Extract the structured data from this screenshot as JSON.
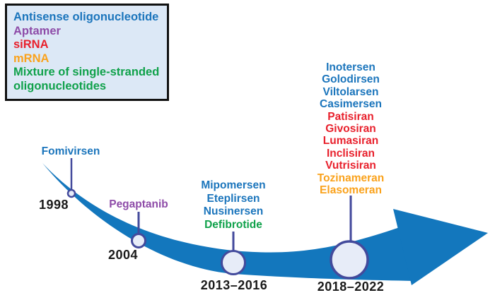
{
  "colors": {
    "arrow": "#1377bd",
    "node_fill": "#e7ecf8",
    "node_border": "#434a9c",
    "connector": "#434a9c",
    "year_text": "#1a1a1a",
    "legend_background": "#dce8f6",
    "legend_border": "#111111",
    "antisense_blue": "#1b75bc",
    "aptamer_purple": "#8e4ca8",
    "sirna_red": "#e8202c",
    "mrna_orange": "#faa21c",
    "mixture_green": "#0fa14a"
  },
  "legend": {
    "items": [
      {
        "label": "Antisense oligonucleotide",
        "color": "#1b75bc"
      },
      {
        "label": "Aptamer",
        "color": "#8e4ca8"
      },
      {
        "label": "siRNA",
        "color": "#e8202c"
      },
      {
        "label": "mRNA",
        "color": "#faa21c"
      },
      {
        "label": "Mixture of single-stranded oligonucleotides",
        "color": "#0fa14a"
      }
    ]
  },
  "timeline": {
    "milestones": [
      {
        "year": "1998",
        "drugs": [
          {
            "name": "Fomivirsen",
            "color": "#1b75bc"
          }
        ]
      },
      {
        "year": "2004",
        "drugs": [
          {
            "name": "Pegaptanib",
            "color": "#8e4ca8"
          }
        ]
      },
      {
        "year": "2013–2016",
        "drugs": [
          {
            "name": "Mipomersen",
            "color": "#1b75bc"
          },
          {
            "name": "Eteplirsen",
            "color": "#1b75bc"
          },
          {
            "name": "Nusinersen",
            "color": "#1b75bc"
          },
          {
            "name": "Defibrotide",
            "color": "#0fa14a"
          }
        ]
      },
      {
        "year": "2018–2022",
        "drugs": [
          {
            "name": "Inotersen",
            "color": "#1b75bc"
          },
          {
            "name": "Golodirsen",
            "color": "#1b75bc"
          },
          {
            "name": "Viltolarsen",
            "color": "#1b75bc"
          },
          {
            "name": "Casimersen",
            "color": "#1b75bc"
          },
          {
            "name": "Patisiran",
            "color": "#e8202c"
          },
          {
            "name": "Givosiran",
            "color": "#e8202c"
          },
          {
            "name": "Lumasiran",
            "color": "#e8202c"
          },
          {
            "name": "Inclisiran",
            "color": "#e8202c"
          },
          {
            "name": "Vutrisiran",
            "color": "#e8202c"
          },
          {
            "name": "Tozinameran",
            "color": "#faa21c"
          },
          {
            "name": "Elasomeran",
            "color": "#faa21c"
          }
        ]
      }
    ]
  }
}
